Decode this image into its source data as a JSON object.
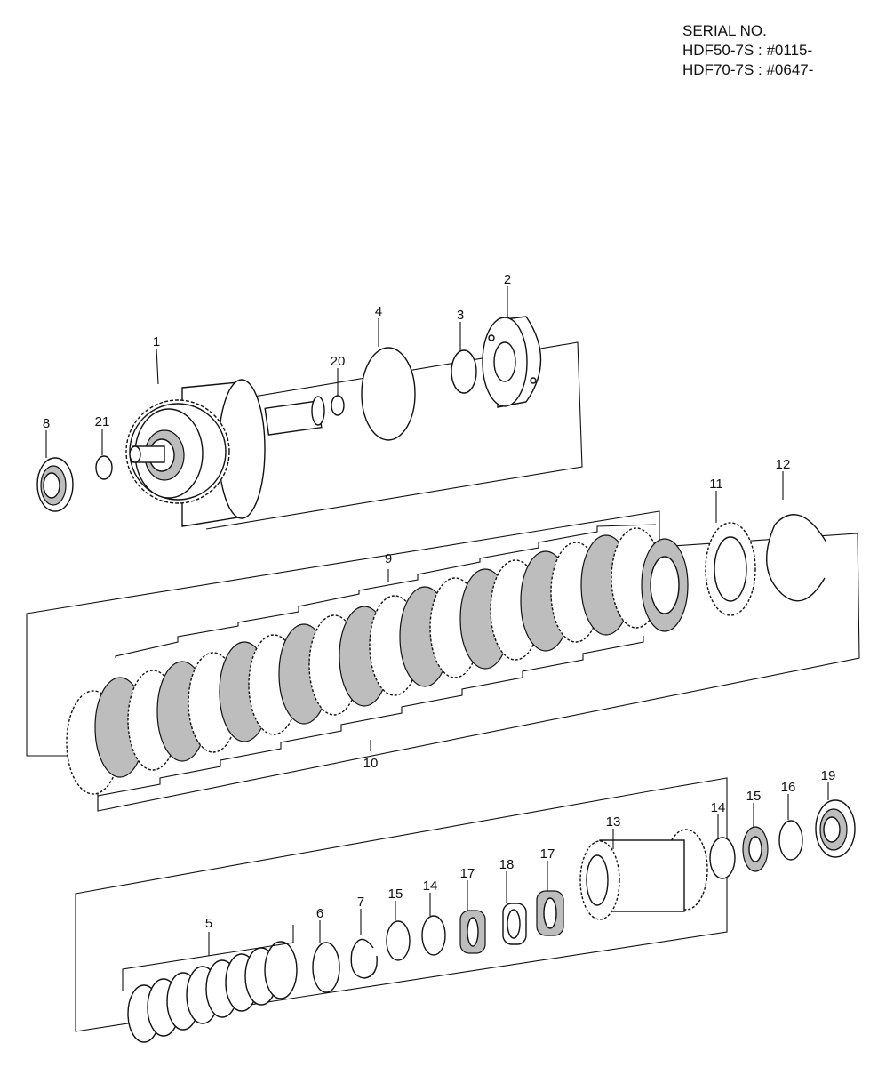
{
  "serial": {
    "heading": "SERIAL NO.",
    "lines": [
      "HDF50-7S : #0115-",
      "HDF70-7S : #0647-"
    ]
  },
  "callouts": {
    "p1": "1",
    "p2": "2",
    "p3": "3",
    "p4": "4",
    "p20": "20",
    "p8": "8",
    "p21": "21",
    "p9": "9",
    "p10": "10",
    "p11": "11",
    "p12": "12",
    "p5": "5",
    "p6": "6",
    "p7": "7",
    "p15a": "15",
    "p14a": "14",
    "p17a": "17",
    "p18": "18",
    "p17b": "17",
    "p13": "13",
    "p14b": "14",
    "p15b": "15",
    "p16": "16",
    "p19": "19"
  }
}
